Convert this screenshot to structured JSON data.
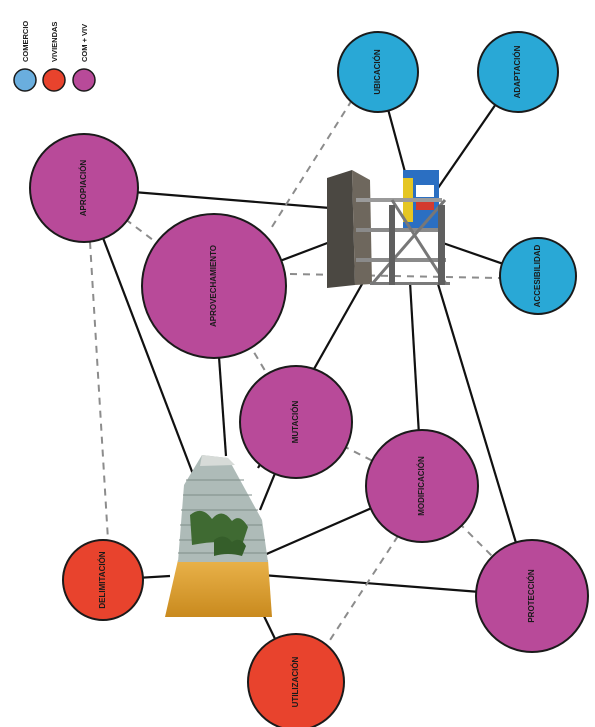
{
  "colors": {
    "comercio": "#29a8d6",
    "viviendas": "#e8432d",
    "com_viv": "#b84a99",
    "outline": "#1a1a1a",
    "solid_edge": "#111111",
    "dashed_edge": "#8c8c8c"
  },
  "legend": [
    {
      "label": "COMERCIO",
      "color": "#6aaede"
    },
    {
      "label": "VIVIENDAS",
      "color": "#e8432d"
    },
    {
      "label": "COM + VIV",
      "color": "#b84a99"
    }
  ],
  "nodes": [
    {
      "id": "ubicacion",
      "label": "UBICACIÓN",
      "category": "comercio"
    },
    {
      "id": "adaptacion",
      "label": "ADAPTACIÓN",
      "category": "comercio"
    },
    {
      "id": "accesibilidad",
      "label": "ACCESIBILIDAD",
      "category": "comercio"
    },
    {
      "id": "apropiacion",
      "label": "APROPIACIÓN",
      "category": "com_viv"
    },
    {
      "id": "aprovechamiento",
      "label": "APROVECHAMIENTO",
      "category": "com_viv"
    },
    {
      "id": "mutacion",
      "label": "MUTACIÓN",
      "category": "com_viv"
    },
    {
      "id": "modificacion",
      "label": "MODIFICACIÓN",
      "category": "com_viv"
    },
    {
      "id": "proteccion",
      "label": "PROTECCIÓN",
      "category": "com_viv"
    },
    {
      "id": "delimitacion",
      "label": "DELIMITACIÓN",
      "category": "viviendas"
    },
    {
      "id": "utilizacion",
      "label": "UTILIZACIÓN",
      "category": "viviendas"
    }
  ],
  "hubs": [
    {
      "id": "hub-top",
      "icon": "commerce-stall-photo"
    },
    {
      "id": "hub-bottom",
      "icon": "house-facade-photo"
    }
  ],
  "edges": [
    {
      "from": "ubicacion",
      "to": "hub-top",
      "style": "solid"
    },
    {
      "from": "adaptacion",
      "to": "hub-top",
      "style": "solid"
    },
    {
      "from": "accesibilidad",
      "to": "hub-top",
      "style": "solid"
    },
    {
      "from": "apropiacion",
      "to": "hub-top",
      "style": "solid"
    },
    {
      "from": "aprovechamiento",
      "to": "hub-top",
      "style": "solid"
    },
    {
      "from": "hub-top",
      "to": "hub-bottom",
      "style": "solid"
    },
    {
      "from": "hub-top",
      "to": "modificacion",
      "style": "solid"
    },
    {
      "from": "hub-top",
      "to": "proteccion",
      "style": "solid"
    },
    {
      "from": "apropiacion",
      "to": "hub-bottom",
      "style": "solid"
    },
    {
      "from": "aprovechamiento",
      "to": "hub-bottom",
      "style": "solid"
    },
    {
      "from": "mutacion",
      "to": "hub-bottom",
      "style": "solid"
    },
    {
      "from": "modificacion",
      "to": "hub-bottom",
      "style": "solid"
    },
    {
      "from": "proteccion",
      "to": "hub-bottom",
      "style": "solid"
    },
    {
      "from": "delimitacion",
      "to": "hub-bottom",
      "style": "solid"
    },
    {
      "from": "utilizacion",
      "to": "hub-bottom",
      "style": "solid"
    },
    {
      "from": "ubicacion",
      "to": "hub-top",
      "style": "dashed",
      "variant": "to-left"
    },
    {
      "from": "apropiacion",
      "to": "aprovechamiento",
      "style": "dashed"
    },
    {
      "from": "apropiacion",
      "to": "delimitacion",
      "style": "dashed"
    },
    {
      "from": "aprovechamiento",
      "to": "accesibilidad",
      "style": "dashed"
    },
    {
      "from": "aprovechamiento",
      "to": "mutacion",
      "style": "dashed"
    },
    {
      "from": "mutacion",
      "to": "modificacion",
      "style": "dashed"
    },
    {
      "from": "modificacion",
      "to": "proteccion",
      "style": "dashed"
    },
    {
      "from": "modificacion",
      "to": "utilizacion",
      "style": "dashed"
    }
  ]
}
